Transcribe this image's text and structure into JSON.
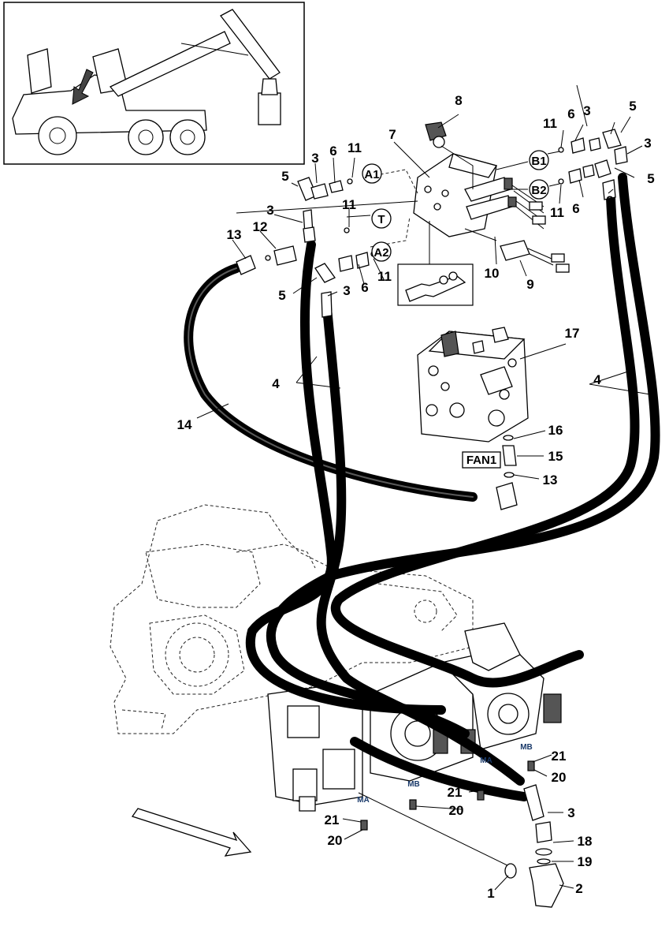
{
  "callouts": {
    "c1": "1",
    "c2": "2",
    "c3": "3",
    "c4": "4",
    "c5": "5",
    "c6": "6",
    "c7": "7",
    "c8": "8",
    "c9": "9",
    "c10": "10",
    "c11": "11",
    "c12": "12",
    "c13": "13",
    "c14": "14",
    "c15": "15",
    "c16": "16",
    "c17": "17",
    "c18": "18",
    "c19": "19",
    "c20": "20",
    "c21": "21"
  },
  "ports": {
    "a1": "A1",
    "a2": "A2",
    "t": "T",
    "b1": "B1",
    "b2": "B2"
  },
  "fan_label": "FAN1",
  "pump_ports": {
    "ma": "MA",
    "mb": "MB"
  }
}
